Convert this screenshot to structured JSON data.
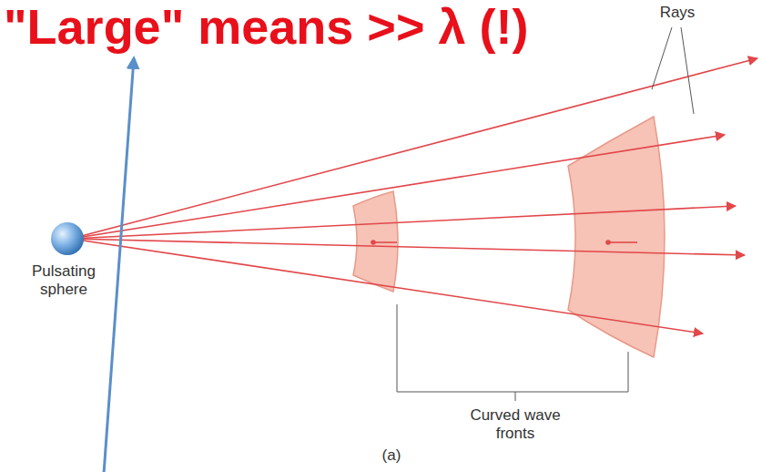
{
  "diagram": {
    "title": "\"Large\" means >> λ (!)",
    "labels": [
      "Rays",
      "Pulsating sphere",
      "Curved wave fronts",
      "(a)"
    ]
  }
}
